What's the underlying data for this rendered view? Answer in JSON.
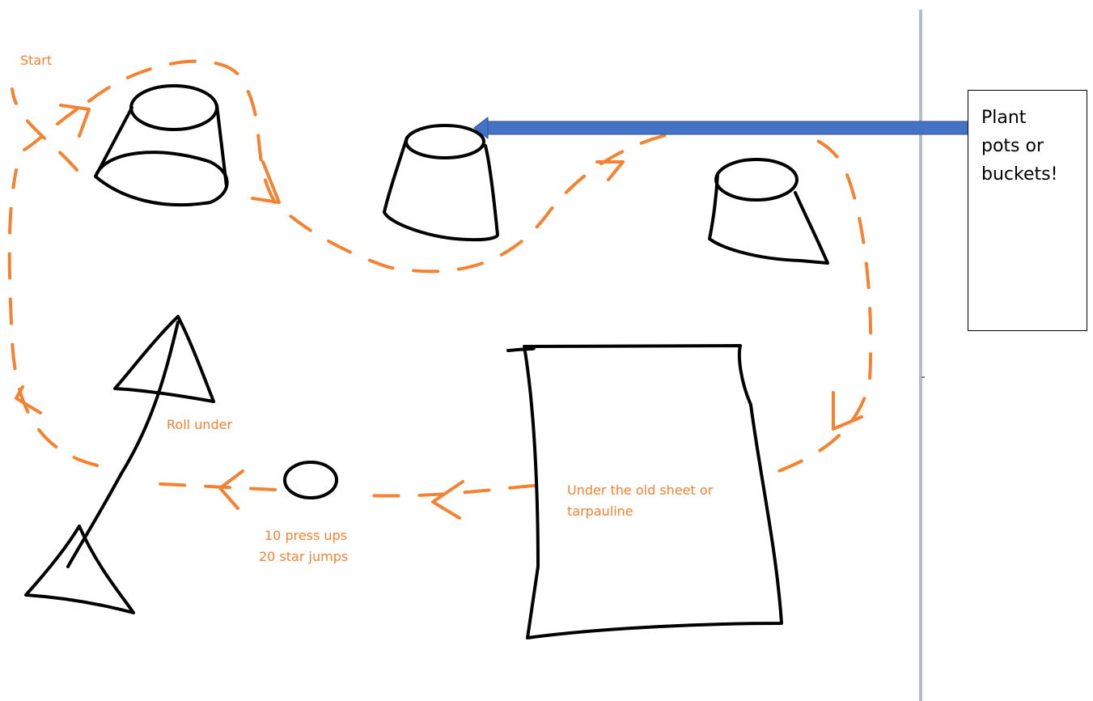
{
  "labels": {
    "start": "Start",
    "roll_under": "Roll under",
    "press_ups": "10 press ups",
    "star_jumps": "20 star jumps",
    "sheet_line1": "Under the old sheet or",
    "sheet_line2": "tarpauline"
  },
  "callout": {
    "line1": "Plant",
    "line2": "pots or",
    "line3": "buckets!"
  },
  "colors": {
    "path": "#f58231",
    "ink": "#000000",
    "arrow": "#4472c4",
    "arrow_edge": "#2f528f",
    "separator": "#b3bccb"
  }
}
